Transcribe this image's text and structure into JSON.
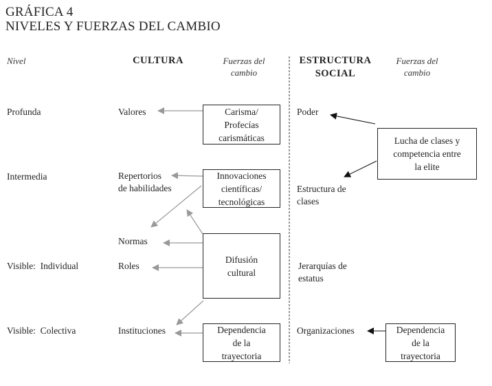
{
  "title": {
    "line1": "GRÁFICA 4",
    "line2": "NIVELES Y FUERZAS DEL CAMBIO"
  },
  "headers": {
    "nivel": "Nivel",
    "cultura": "CULTURA",
    "fuerzas_cultura_1": "Fuerzas del",
    "fuerzas_cultura_2": "cambio",
    "estructura_1": "ESTRUCTURA",
    "estructura_2": "SOCIAL",
    "fuerzas_estructura_1": "Fuerzas del",
    "fuerzas_estructura_2": "cambio"
  },
  "levels": [
    {
      "label": "Profunda"
    },
    {
      "label": "Intermedia"
    },
    {
      "label": "Visible:  Individual"
    },
    {
      "label": "Visible:  Colectiva"
    }
  ],
  "culture_items": {
    "valores": "Valores",
    "repertorios_1": "Repertorios",
    "repertorios_2": "de habilidades",
    "normas": "Normas",
    "roles": "Roles",
    "instituciones": "Instituciones"
  },
  "culture_forces": {
    "carisma_1": "Carisma/",
    "carisma_2": "Profecías",
    "carisma_3": "carismáticas",
    "innovaciones_1": "Innovaciones",
    "innovaciones_2": "científicas/",
    "innovaciones_3": "tecnológicas",
    "difusion_1": "Difusión",
    "difusion_2": "cultural",
    "dependencia_1": "Dependencia",
    "dependencia_2": "de la",
    "dependencia_3": "trayectoria"
  },
  "structure_items": {
    "poder": "Poder",
    "estructura_clases_1": "Estructura de",
    "estructura_clases_2": "clases",
    "jerarquias_1": "Jerarquías de",
    "jerarquias_2": "estatus",
    "organizaciones": "Organizaciones"
  },
  "structure_forces": {
    "lucha_1": "Lucha de clases y",
    "lucha_2": "competencia entre",
    "lucha_3": "la elite",
    "dependencia_1": "Dependencia",
    "dependencia_2": "de la",
    "dependencia_3": "trayectoria"
  },
  "colors": {
    "culture_arrow": "#999999",
    "structure_arrow": "#111111",
    "text": "#222222"
  }
}
